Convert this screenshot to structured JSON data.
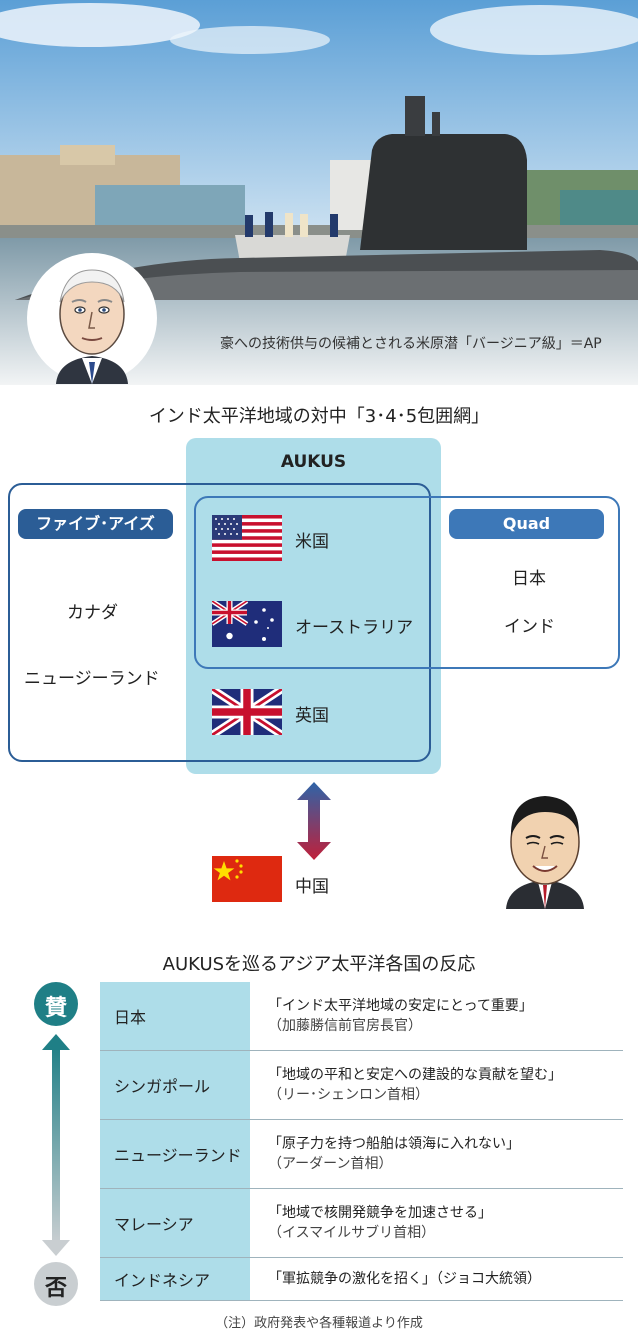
{
  "photo": {
    "caption": "豪への技術供与の候補とされる米原潜「バージニア級」＝AP"
  },
  "venn": {
    "title": "インド太平洋地域の対中「3･4･5包囲網」",
    "aukus_label": "AUKUS",
    "five_eyes_label": "ファイブ･アイズ",
    "quad_label": "Quad",
    "countries": {
      "us": "米国",
      "australia": "オーストラリア",
      "uk": "英国",
      "canada": "カナダ",
      "new_zealand": "ニュージーランド",
      "japan": "日本",
      "india": "インド",
      "china": "中国"
    },
    "colors": {
      "aukus_fill": "#aedde9",
      "five_eyes": "#2b5d96",
      "quad": "#3d78b8"
    }
  },
  "reactions": {
    "title": "AUKUSを巡るアジア太平洋各国の反応",
    "top_label": "賛",
    "bottom_label": "否",
    "rows": [
      {
        "country": "日本",
        "quote": "「インド太平洋地域の安定にとって重要」",
        "speaker": "（加藤勝信前官房長官）"
      },
      {
        "country": "シンガポール",
        "quote": "「地域の平和と安定への建設的な貢献を望む」",
        "speaker": "（リー･シェンロン首相）"
      },
      {
        "country": "ニュージーランド",
        "quote": "「原子力を持つ船舶は領海に入れない」",
        "speaker": "（アーダーン首相）"
      },
      {
        "country": "マレーシア",
        "quote": "「地域で核開発競争を加速させる」",
        "speaker": "（イスマイルサブリ首相）"
      },
      {
        "country": "インドネシア",
        "quote": "「軍拡競争の激化を招く」（ジョコ大統領）",
        "speaker": ""
      }
    ]
  },
  "note": "（注）政府発表や各種報道より作成"
}
